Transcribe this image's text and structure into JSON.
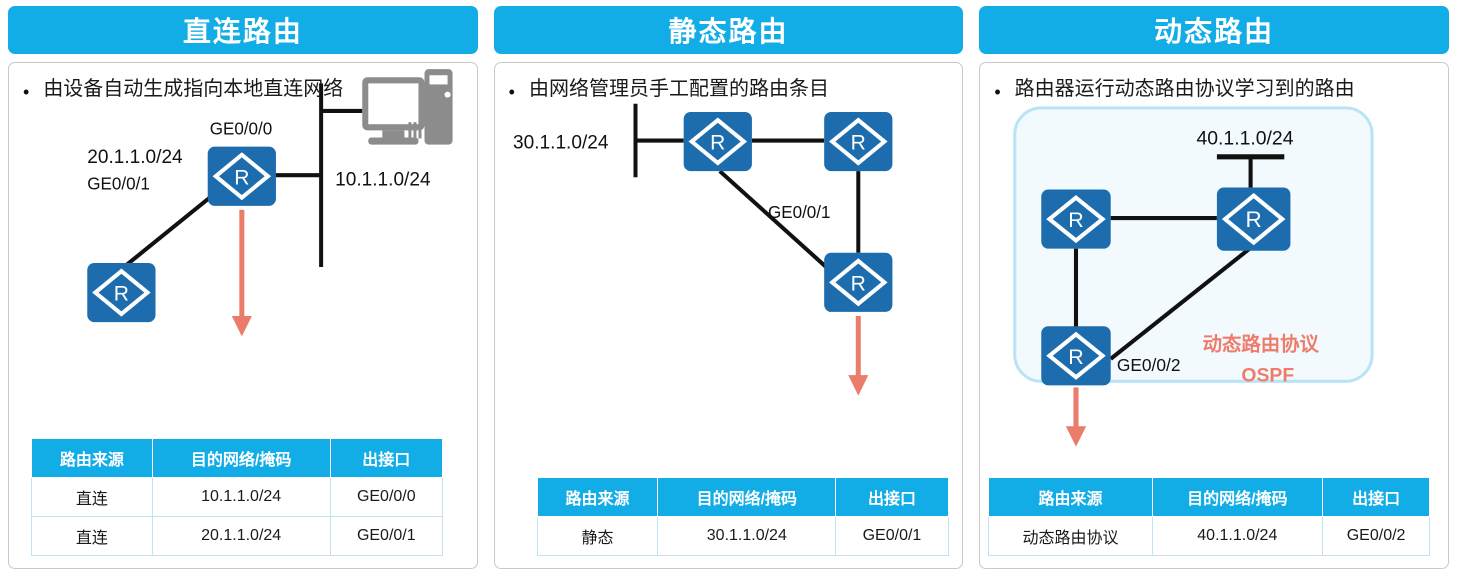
{
  "panels": [
    {
      "id": "direct-route",
      "header": "直连路由",
      "bullet": "由设备自动生成指向本地直连网络",
      "diagram": {
        "labels": {
          "net_left": "20.1.1.0/24",
          "if_left": "GE0/0/1",
          "if_top": "GE0/0/0",
          "net_right": "10.1.1.0/24"
        },
        "router_glyph": "R",
        "pc_icon": "desktop-computer-icon",
        "arrow_color": "#EC7C6A"
      },
      "table": {
        "headers": [
          "路由来源",
          "目的网络/掩码",
          "出接口"
        ],
        "rows": [
          [
            "直连",
            "10.1.1.0/24",
            "GE0/0/0"
          ],
          [
            "直连",
            "20.1.1.0/24",
            "GE0/0/1"
          ]
        ]
      }
    },
    {
      "id": "static-route",
      "header": "静态路由",
      "bullet": "由网络管理员手工配置的路由条目",
      "diagram": {
        "labels": {
          "net_left": "30.1.1.0/24",
          "if_mid": "GE0/0/1"
        },
        "router_glyph": "R",
        "arrow_color": "#EC7C6A"
      },
      "table": {
        "headers": [
          "路由来源",
          "目的网络/掩码",
          "出接口"
        ],
        "rows": [
          [
            "静态",
            "30.1.1.0/24",
            "GE0/0/1"
          ]
        ]
      }
    },
    {
      "id": "dynamic-route",
      "header": "动态路由",
      "bullet": "路由器运行动态路由协议学习到的路由",
      "diagram": {
        "labels": {
          "net_top": "40.1.1.0/24",
          "if_bottom": "GE0/0/2",
          "protocol_name": "动态路由协议",
          "protocol_abbr": "OSPF"
        },
        "router_glyph": "R",
        "area_fill": "#F2FAFE",
        "area_border": "#BAE4F6",
        "arrow_color": "#EC7C6A"
      },
      "table": {
        "headers": [
          "路由来源",
          "目的网络/掩码",
          "出接口"
        ],
        "rows": [
          [
            "动态路由协议",
            "40.1.1.0/24",
            "GE0/0/2"
          ]
        ]
      }
    }
  ],
  "theme": {
    "header_blue": "#12ADE6",
    "router_blue": "#1D6CAE",
    "link_black": "#111111",
    "pc_gray": "#8C8C8C",
    "coral": "#EC7C6A"
  }
}
